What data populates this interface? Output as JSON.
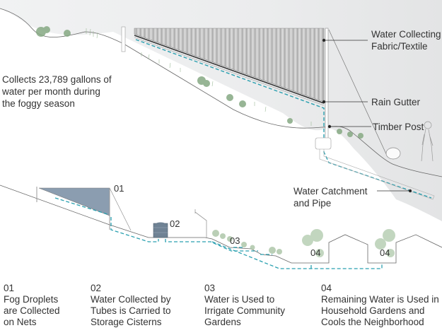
{
  "colors": {
    "water_flow": "#2aa0b0",
    "fabric": "#bdbdbd",
    "net": "#8b9db0",
    "cistern": "#6f8294",
    "vegetation": "#7fa37a",
    "fog": "#e9eaeb",
    "line": "#555555"
  },
  "top_section": {
    "stat_text": [
      "Collects 23,789 gallons of",
      "water per month during",
      "the foggy season"
    ],
    "callouts": {
      "fabric": [
        "Water Collecting",
        "Fabric/Textile"
      ],
      "gutter": "Rain Gutter",
      "post": "Timber Post",
      "catchment": [
        "Water Catchment",
        "and Pipe"
      ]
    }
  },
  "bottom_section": {
    "markers": {
      "m01": "01",
      "m02": "02",
      "m03": "03",
      "m04a": "04",
      "m04b": "04"
    }
  },
  "legend": [
    {
      "num": "01",
      "lines": [
        "Fog Droplets",
        "are Collected",
        "on Nets"
      ]
    },
    {
      "num": "02",
      "lines": [
        "Water Collected by",
        "Tubes is Carried to",
        "Storage Cisterns"
      ]
    },
    {
      "num": "03",
      "lines": [
        "Water is Used to",
        "Irrigate Community",
        "Gardens"
      ]
    },
    {
      "num": "04",
      "lines": [
        "Remaining Water is Used in",
        "Household Gardens and",
        "Cools the Neighborhood"
      ]
    }
  ]
}
